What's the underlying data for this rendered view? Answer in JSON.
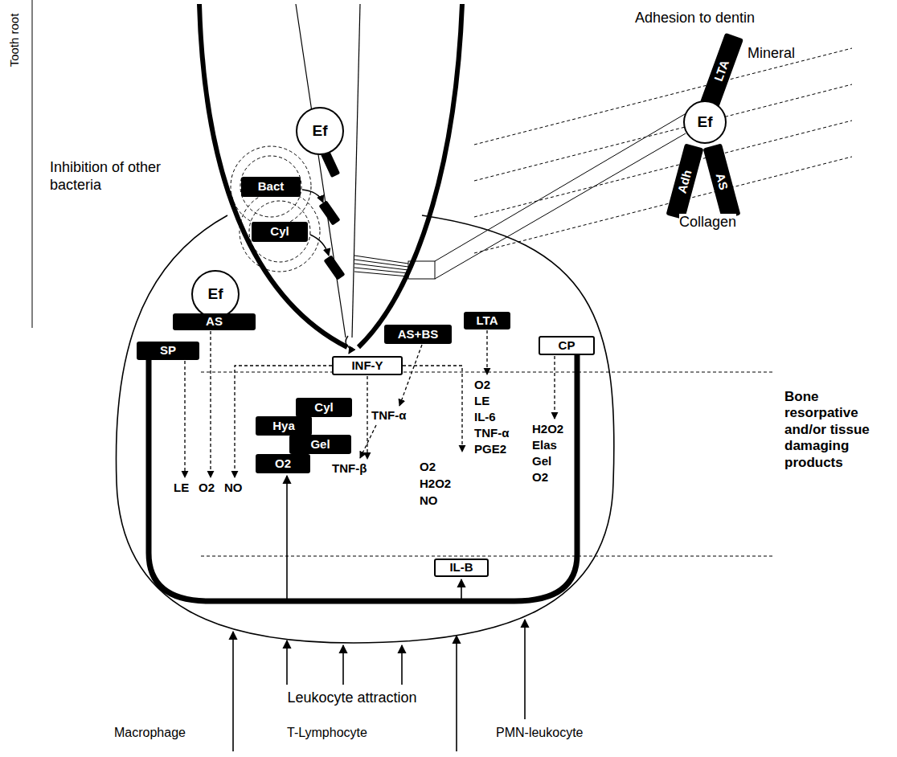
{
  "diagram": {
    "nodes": [
      {
        "text": [
          "Ef"
        ]
      },
      {
        "text": [
          "Bact"
        ]
      },
      {
        "text": [
          "Cyl"
        ]
      },
      {
        "text": [
          "LTA"
        ]
      },
      {
        "text": [
          "Ef"
        ]
      },
      {
        "text": [
          "Adh"
        ]
      },
      {
        "text": [
          "AS"
        ]
      },
      {
        "text": [
          "Ef"
        ]
      },
      {
        "text": [
          "AS"
        ]
      },
      {
        "text": [
          "LTA"
        ]
      },
      {
        "text": [
          "SP"
        ]
      },
      {
        "text": [
          "AS+BS"
        ]
      },
      {
        "text": [
          "CP"
        ]
      },
      {
        "text": [
          "INF-Y"
        ]
      },
      {
        "text": [
          "Cyl"
        ]
      },
      {
        "text": [
          "Hya"
        ]
      },
      {
        "text": [
          "Gel"
        ]
      },
      {
        "text": [
          "O2"
        ]
      },
      {
        "text": [
          "IL-B"
        ]
      }
    ],
    "labels": [
      "Tooth root",
      "Inhibition of other bacteria",
      "Adhesion to dentin",
      "Mineral",
      "Collagen",
      "Bone resorpative and/or tissue damaging products",
      "LE",
      "O2",
      "NO",
      "TNF-α",
      "TNF-β",
      "O2",
      "H2O2",
      "NO",
      "O2",
      "LE",
      "IL-6",
      "TNF-α",
      "PGE2",
      "H2O2",
      "Elas",
      "Gel",
      "O2",
      "Leukocyte attraction",
      "Macrophage",
      "T-Lymphocyte",
      "PMN-leukocyte"
    ]
  }
}
